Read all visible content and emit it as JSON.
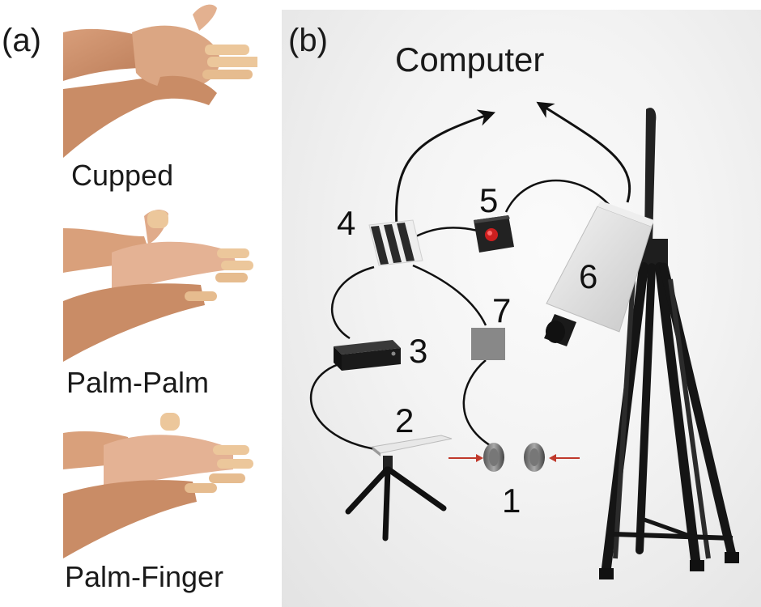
{
  "panel_a": {
    "label": "(a)",
    "gestures": [
      {
        "caption": "Cupped"
      },
      {
        "caption": "Palm-Palm"
      },
      {
        "caption": "Palm-Finger"
      }
    ]
  },
  "panel_b": {
    "label": "(b)",
    "target": "Computer",
    "components": [
      {
        "number": "1"
      },
      {
        "number": "2"
      },
      {
        "number": "3"
      },
      {
        "number": "4"
      },
      {
        "number": "5"
      },
      {
        "number": "6"
      },
      {
        "number": "7"
      }
    ],
    "colors": {
      "background": "#f0f0f0",
      "skin": "#e8b896",
      "finger_tape": "#ecc79b",
      "device_dark": "#1e1e1e",
      "led_red": "#cc1f1f",
      "arrow_red": "#c0392b",
      "camera_body": "#dcdcdc",
      "square_gray": "#888888"
    }
  }
}
